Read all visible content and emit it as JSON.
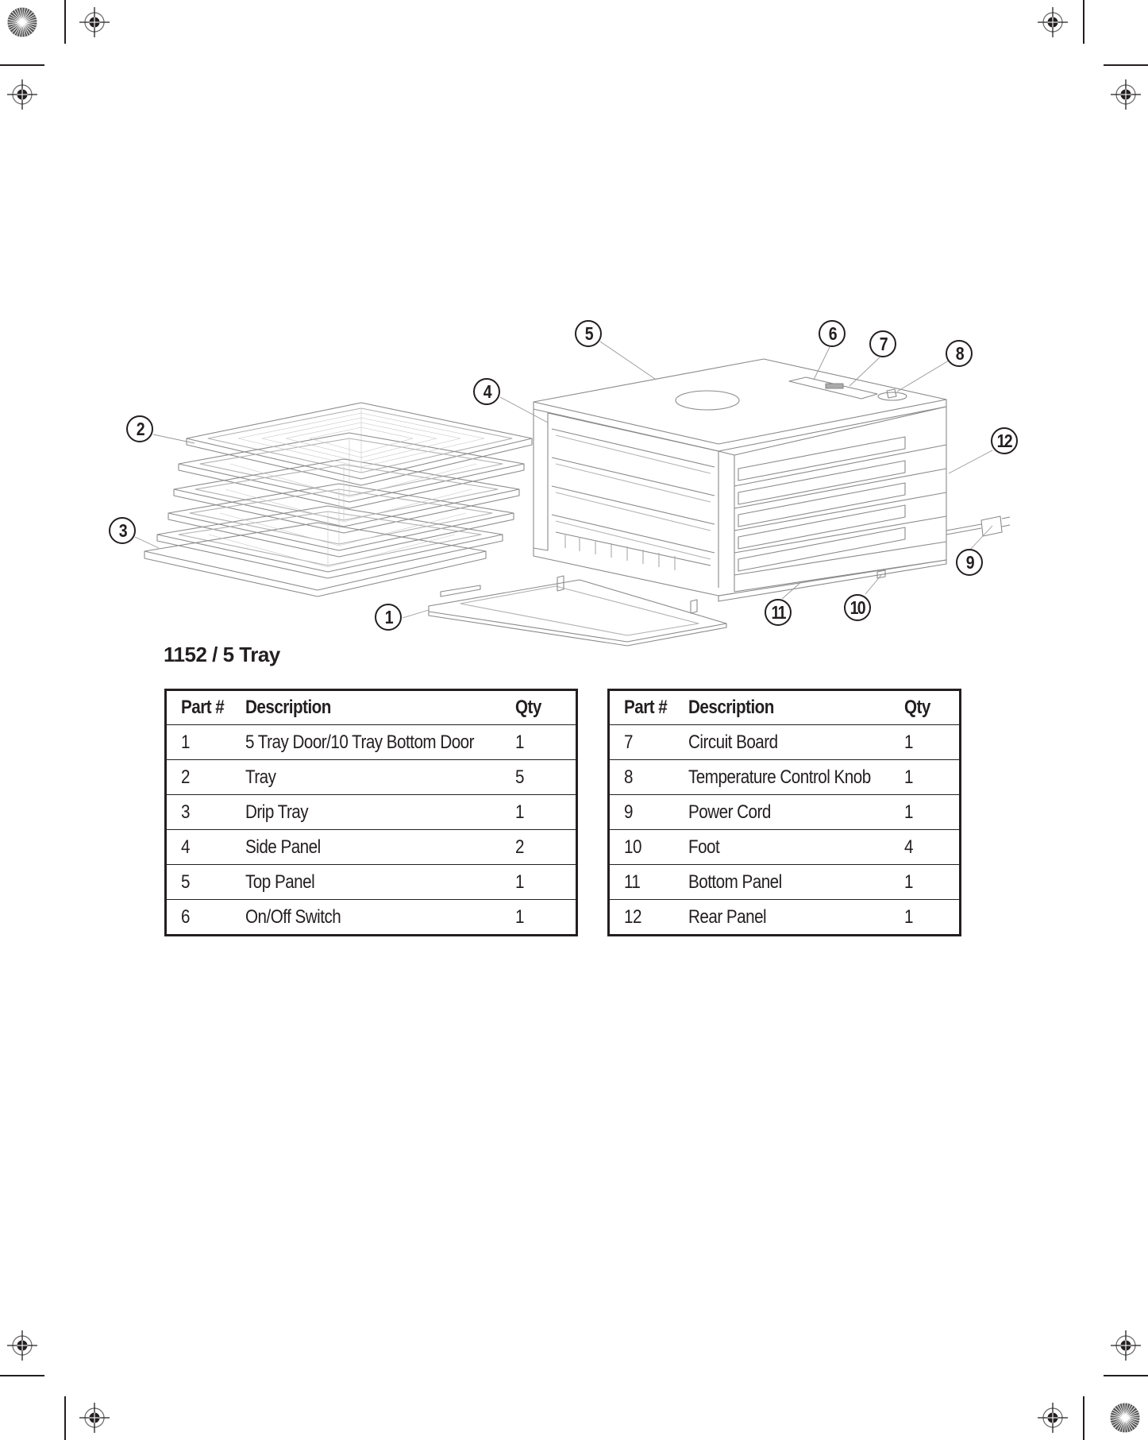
{
  "document": {
    "title": "1152 / 5 Tray",
    "colors": {
      "ink": "#231f20",
      "line_art": "#9a9a9a",
      "background": "#ffffff"
    }
  },
  "diagram": {
    "subject": "food dehydrator exploded view",
    "callouts": [
      {
        "label": "1",
        "part": "5 Tray Door/10 Tray Bottom Door"
      },
      {
        "label": "2",
        "part": "Tray"
      },
      {
        "label": "3",
        "part": "Drip Tray"
      },
      {
        "label": "4",
        "part": "Side Panel"
      },
      {
        "label": "5",
        "part": "Top Panel"
      },
      {
        "label": "6",
        "part": "On/Off Switch"
      },
      {
        "label": "7",
        "part": "Circuit Board"
      },
      {
        "label": "8",
        "part": "Temperature Control Knob"
      },
      {
        "label": "9",
        "part": "Power Cord"
      },
      {
        "label": "10",
        "part": "Foot"
      },
      {
        "label": "11",
        "part": "Bottom Panel"
      },
      {
        "label": "12",
        "part": "Rear Panel"
      }
    ]
  },
  "tables": {
    "headers": {
      "part": "Part #",
      "description": "Description",
      "qty": "Qty"
    },
    "left": {
      "rows": [
        {
          "part": "1",
          "description": "5 Tray Door/10 Tray Bottom Door",
          "qty": "1"
        },
        {
          "part": "2",
          "description": "Tray",
          "qty": "5"
        },
        {
          "part": "3",
          "description": "Drip Tray",
          "qty": "1"
        },
        {
          "part": "4",
          "description": "Side Panel",
          "qty": "2"
        },
        {
          "part": "5",
          "description": "Top Panel",
          "qty": "1"
        },
        {
          "part": "6",
          "description": "On/Off Switch",
          "qty": "1"
        }
      ]
    },
    "right": {
      "rows": [
        {
          "part": "7",
          "description": "Circuit Board",
          "qty": "1"
        },
        {
          "part": "8",
          "description": "Temperature Control Knob",
          "qty": "1"
        },
        {
          "part": "9",
          "description": "Power Cord",
          "qty": "1"
        },
        {
          "part": "10",
          "description": "Foot",
          "qty": "4"
        },
        {
          "part": "11",
          "description": "Bottom Panel",
          "qty": "1"
        },
        {
          "part": "12",
          "description": "Rear Panel",
          "qty": "1"
        }
      ]
    }
  }
}
